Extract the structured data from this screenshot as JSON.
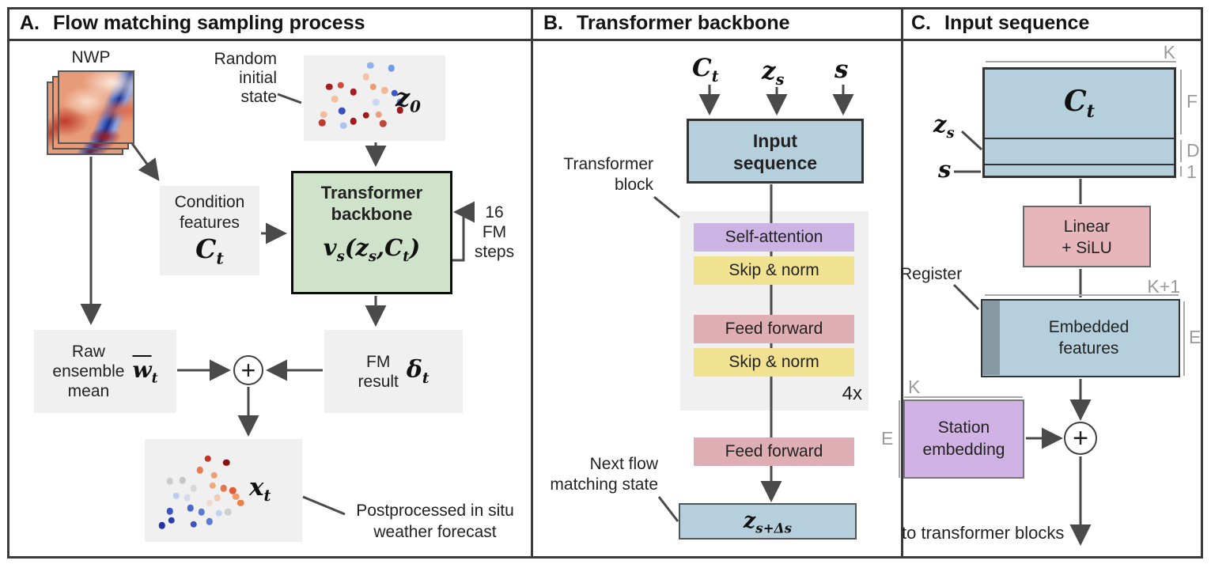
{
  "panels": {
    "a": {
      "letter": "A.",
      "title": "Flow matching sampling process",
      "nwp_label": "NWP",
      "random_state_label": "Random\ninitial\nstate",
      "z0": {
        "base": "z",
        "sub": "0"
      },
      "condition": {
        "text": "Condition\nfeatures",
        "math": {
          "base": "C",
          "sub": "t"
        }
      },
      "backbone": {
        "title": "Transformer\nbackbone",
        "formula": {
          "p1": "v",
          "s1": "s",
          "p2": "(z",
          "s2": "s",
          "p3": ",C",
          "s3": "t",
          "p4": ")"
        }
      },
      "fm_steps": "16\nFM\nsteps",
      "raw_mean": {
        "text": "Raw\nensemble\nmean",
        "math": {
          "base": "w",
          "sub": "t"
        }
      },
      "plus": "+",
      "fm_result": {
        "text": "FM\nresult",
        "math": {
          "base": "δ",
          "sub": "t"
        }
      },
      "xt": {
        "base": "x",
        "sub": "t"
      },
      "postprocessed": "Postprocessed in situ\nweather forecast"
    },
    "b": {
      "letter": "B.",
      "title": "Transformer backbone",
      "inputs": {
        "ct": {
          "base": "C",
          "sub": "t"
        },
        "zs": {
          "base": "z",
          "sub": "s"
        },
        "s": {
          "base": "s"
        }
      },
      "input_sequence": "Input\nsequence",
      "block_label": "Transformer\nblock",
      "self_attention": "Self-attention",
      "skip_norm1": "Skip & norm",
      "feed_forward1": "Feed forward",
      "skip_norm2": "Skip & norm",
      "repeat": "4x",
      "feed_forward2": "Feed forward",
      "next_state_label": "Next flow\nmatching state",
      "z_next": {
        "base": "z",
        "sub": "s+Δs"
      }
    },
    "c": {
      "letter": "C.",
      "title": "Input sequence",
      "dims": {
        "k": "K",
        "f": "F",
        "d": "D",
        "one": "1",
        "k1": "K+1",
        "e_right": "E",
        "k2": "K",
        "e_left": "E"
      },
      "matrix": {
        "ct": {
          "base": "C",
          "sub": "t"
        },
        "zs": {
          "base": "z",
          "sub": "s"
        },
        "s": "s"
      },
      "linear": "Linear\n+ SiLU",
      "register": "Register",
      "embedded": "Embedded\nfeatures",
      "station": "Station\nembedding",
      "plus": "+",
      "to_blocks": "to transformer blocks"
    }
  },
  "colors": {
    "green": "#cfe3ca",
    "blue": "#b5d0dc",
    "purple": "#cbb4e3",
    "yellow": "#f0e290",
    "pink": "#dfaeb4",
    "linear_pink": "#e7b6ba",
    "station_purple": "#d0b2e4",
    "register": "#8799a3",
    "panel_gray": "#f0f0f0",
    "line": "#4a4a4a",
    "dim_label": "#9a9a9a"
  },
  "dots": {
    "z0": [
      [
        47,
        12,
        "#8fb3ea"
      ],
      [
        62,
        15,
        "#6f9de8"
      ],
      [
        44,
        25,
        "#f2c2a2"
      ],
      [
        18,
        37,
        "#a81d22"
      ],
      [
        26,
        35,
        "#cf4a3c"
      ],
      [
        49,
        37,
        "#eb9a78"
      ],
      [
        57,
        41,
        "#f0b896"
      ],
      [
        35,
        43,
        "#a81d22"
      ],
      [
        64,
        44,
        "#3b57c8"
      ],
      [
        22,
        51,
        "#f4c0a0"
      ],
      [
        51,
        55,
        "#c9d9f4"
      ],
      [
        68,
        55,
        "#5c84de"
      ],
      [
        14,
        69,
        "#f4bb9c"
      ],
      [
        27,
        65,
        "#3a50bf"
      ],
      [
        44,
        70,
        "#a01c20"
      ],
      [
        53,
        69,
        "#ee9d7c"
      ],
      [
        68,
        64,
        "#991b20"
      ],
      [
        13,
        79,
        "#c2392c"
      ],
      [
        28,
        82,
        "#a9c4ef"
      ],
      [
        35,
        77,
        "#a01c20"
      ],
      [
        56,
        80,
        "#b84a3a"
      ]
    ],
    "xt": [
      [
        40,
        19,
        "#c23327"
      ],
      [
        52,
        23,
        "#8c1016"
      ],
      [
        35,
        30,
        "#e87a50"
      ],
      [
        44,
        35,
        "#ef9d73"
      ],
      [
        16,
        41,
        "#cccccc"
      ],
      [
        24,
        40,
        "#c6c6c6"
      ],
      [
        43,
        45,
        "#f0a87e"
      ],
      [
        50,
        48,
        "#e4764a"
      ],
      [
        56,
        50,
        "#dd5f38"
      ],
      [
        31,
        48,
        "#d8d8d8"
      ],
      [
        20,
        55,
        "#b9cdf0"
      ],
      [
        46,
        57,
        "#f2c9b5"
      ],
      [
        58,
        56,
        "#ef9a70"
      ],
      [
        27,
        57,
        "#d5dce8"
      ],
      [
        61,
        62,
        "#e8834f"
      ],
      [
        41,
        62,
        "#f0d9cc"
      ],
      [
        29,
        67,
        "#4a68cf"
      ],
      [
        36,
        71,
        "#5b7ad8"
      ],
      [
        16,
        70,
        "#3d55c4"
      ],
      [
        47,
        72,
        "#bcd0f2"
      ],
      [
        53,
        71,
        "#cfcfcf"
      ],
      [
        17,
        79,
        "#2b3cab"
      ],
      [
        11,
        84,
        "#2233a5"
      ],
      [
        31,
        83,
        "#3d55c4"
      ],
      [
        41,
        80,
        "#5b7ad8"
      ]
    ]
  }
}
